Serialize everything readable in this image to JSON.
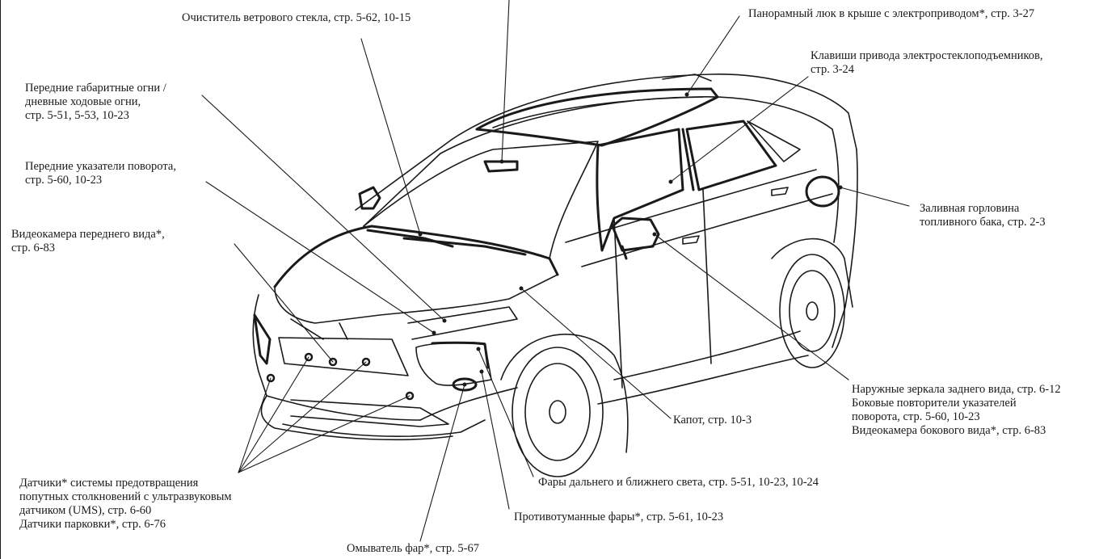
{
  "callouts": {
    "windshield_wiper": "Очиститель ветрового стекла, стр. 5-62, 10-15",
    "sunroof": "Панорамный люк в крыше с электроприводом*, стр. 3-27",
    "power_windows_1": "Клавиши привода электростеклоподъемников,",
    "power_windows_2": "стр. 3-24",
    "front_position_1": "Передние габаритные огни /",
    "front_position_2": "дневные ходовые огни,",
    "front_position_3": "стр. 5-51, 5-53, 10-23",
    "front_turn_1": "Передние указатели поворота,",
    "front_turn_2": "стр. 5-60, 10-23",
    "front_camera_1": "Видеокамера переднего вида*,",
    "front_camera_2": "стр. 6-83",
    "fuel_filler_1": "Заливная горловина",
    "fuel_filler_2": "топливного бака, стр. 2-3",
    "mirrors_1": "Наружные зеркала заднего вида, стр. 6-12",
    "mirrors_2": "Боковые повторители указателей",
    "mirrors_3": "поворота, стр. 5-60, 10-23",
    "mirrors_4": "Видеокамера бокового вида*, стр. 6-83",
    "hood": "Капот, стр. 10-3",
    "headlights": "Фары дальнего и ближнего света, стр. 5-51, 10-23, 10-24",
    "sensors_1": "Датчики* системы предотвращения",
    "sensors_2": "попутных столкновений с ультразвуковым",
    "sensors_3": "датчиком (UMS), стр. 6-60",
    "sensors_4": "Датчики парковки*, стр. 6-76",
    "fog_lights": "Противотуманные фары*, стр. 5-61, 10-23",
    "headlamp_washer": "Омыватель фар*, стр. 5-67"
  },
  "colors": {
    "line": "#1a1a1a",
    "background": "#ffffff"
  }
}
